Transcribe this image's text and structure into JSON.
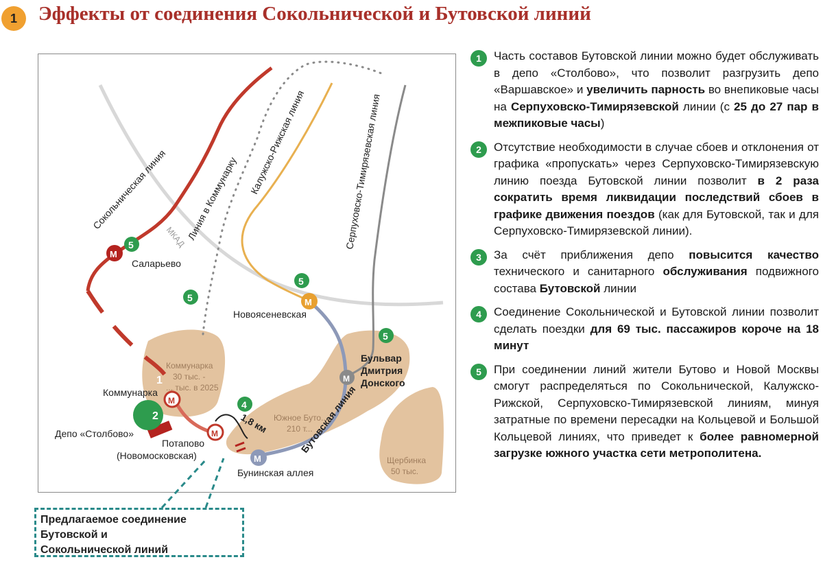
{
  "title": {
    "badge": "1",
    "text": "Эффекты от соединения Сокольнической и Бутовской линий"
  },
  "colors": {
    "title": "#a8302a",
    "sokolnicheskaya": "#c0392b",
    "kaluzhsko_rizhskaya": "#e8b050",
    "butovskaya": "#8d99b8",
    "serpukhovsko": "#7d7d7d",
    "mkad": "#d8d8d8",
    "district_fill": "#e3c39f",
    "effect_badge": "#2e9c4e",
    "callout_border": "#2a8a8a"
  },
  "map": {
    "lines": {
      "sokolnicheskaya": "Сокольническая линия",
      "kommunarka": "Линия в Коммунарку",
      "kaluzhsko_rizhskaya": "Калужско-Рижская линия",
      "serpukhovsko": "Серпуховско-Тимирязевская линия",
      "butovskaya": "Бутовская линия",
      "mkad": "МКАД"
    },
    "stations": {
      "salaryevo": "Саларьево",
      "novoyasenevskaya": "Новоясеневская",
      "kommunarka": "Коммунарка",
      "depot": "Депо «Столбово»",
      "potapovo_1": "Потапово",
      "potapovo_2": "(Новомосковская)",
      "bulvar_1": "Бульвар",
      "bulvar_2": "Дмитрия",
      "bulvar_3": "Донского",
      "buninskaya": "Бунинская аллея"
    },
    "districts": {
      "kommunarka_1": "Коммунарка",
      "kommunarka_2": "30 тыс. -",
      "kommunarka_3": "... тыс. в 2025",
      "yuzhnoe_1": "Южное Буто...",
      "yuzhnoe_2": "210 т...",
      "shcherbinka_1": "Щербинка",
      "shcherbinka_2": "50 тыс."
    },
    "distance": "1,8 км",
    "markers": {
      "m": "М",
      "e1": "1",
      "e2": "2",
      "e4": "4",
      "e5": "5"
    }
  },
  "callout": {
    "line1": "Предлагаемое соединение",
    "line2": "Бутовской и",
    "line3": "Сокольнической линий"
  },
  "effects": [
    {
      "num": "1",
      "parts": [
        {
          "t": "Часть составов Бутовской линии можно будет обслуживать в депо «Столбово», что позволит разгрузить депо «Варшавское» и ",
          "b": false
        },
        {
          "t": "увеличить парность",
          "b": true
        },
        {
          "t": " во внепиковые часы на ",
          "b": false
        },
        {
          "t": "Серпуховско-Тимирязевской",
          "b": true
        },
        {
          "t": " линии (с ",
          "b": false
        },
        {
          "t": "25 до 27 пар в межпиковые часы",
          "b": true
        },
        {
          "t": ")",
          "b": false
        }
      ]
    },
    {
      "num": "2",
      "parts": [
        {
          "t": "Отсутствие необходимости в случае сбоев и отклонения от графика «пропускать» через Серпуховско-Тимирязевскую линию поезда Бутовской линии позволит ",
          "b": false
        },
        {
          "t": "в 2 раза сократить время ликвидации последствий сбоев в графике движения поездов",
          "b": true
        },
        {
          "t": " (как для Бутовской, так и для Серпуховско-Тимирязевской линии).",
          "b": false
        }
      ]
    },
    {
      "num": "3",
      "parts": [
        {
          "t": "За счёт приближения депо ",
          "b": false
        },
        {
          "t": "повысится качество",
          "b": true
        },
        {
          "t": " технического и санитарного ",
          "b": false
        },
        {
          "t": "обслуживания",
          "b": true
        },
        {
          "t": " подвижного состава ",
          "b": false
        },
        {
          "t": "Бутовской",
          "b": true
        },
        {
          "t": " линии",
          "b": false
        }
      ]
    },
    {
      "num": "4",
      "parts": [
        {
          "t": "Соединение Сокольнической и Бутовской линии позволит сделать поездки ",
          "b": false
        },
        {
          "t": "для 69 тыс. пассажиров короче на 18 минут",
          "b": true
        }
      ]
    },
    {
      "num": "5",
      "parts": [
        {
          "t": "При соединении линий жители Бутово и Новой Москвы смогут распределяться по Сокольнической, Калужско-Рижской, Серпуховско-Тимирязевской линиям, минуя затратные по времени пересадки на Кольцевой и Большой Кольцевой линиях, что приведет к ",
          "b": false
        },
        {
          "t": "более равномерной загрузке южного участка сети метрополитена.",
          "b": true
        }
      ]
    }
  ]
}
